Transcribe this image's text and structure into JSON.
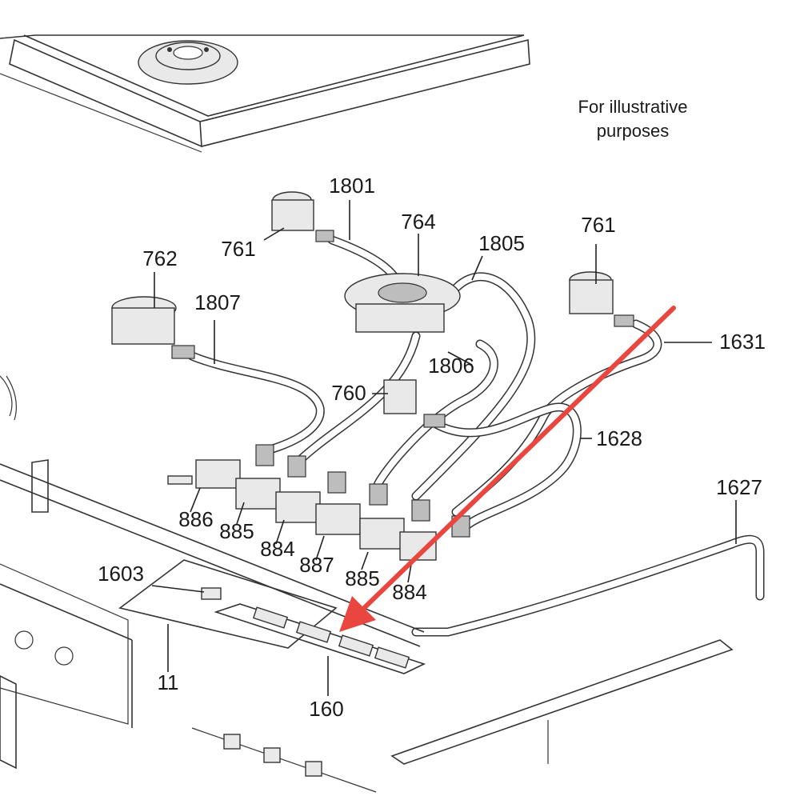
{
  "note": {
    "line1": "For illustrative",
    "line2": "purposes"
  },
  "labels": {
    "p1801": "1801",
    "p764": "764",
    "p761a": "761",
    "p761b": "761",
    "p1805": "1805",
    "p762": "762",
    "p1807": "1807",
    "p1631": "1631",
    "p1806": "1806",
    "p760": "760",
    "p1628": "1628",
    "p1627": "1627",
    "p886": "886",
    "p885a": "885",
    "p884a": "884",
    "p887": "887",
    "p885b": "885",
    "p884b": "884",
    "p1603": "1603",
    "p11": "11",
    "p160": "160"
  },
  "colors": {
    "arrow": "#e8463f",
    "line": "#333333"
  }
}
